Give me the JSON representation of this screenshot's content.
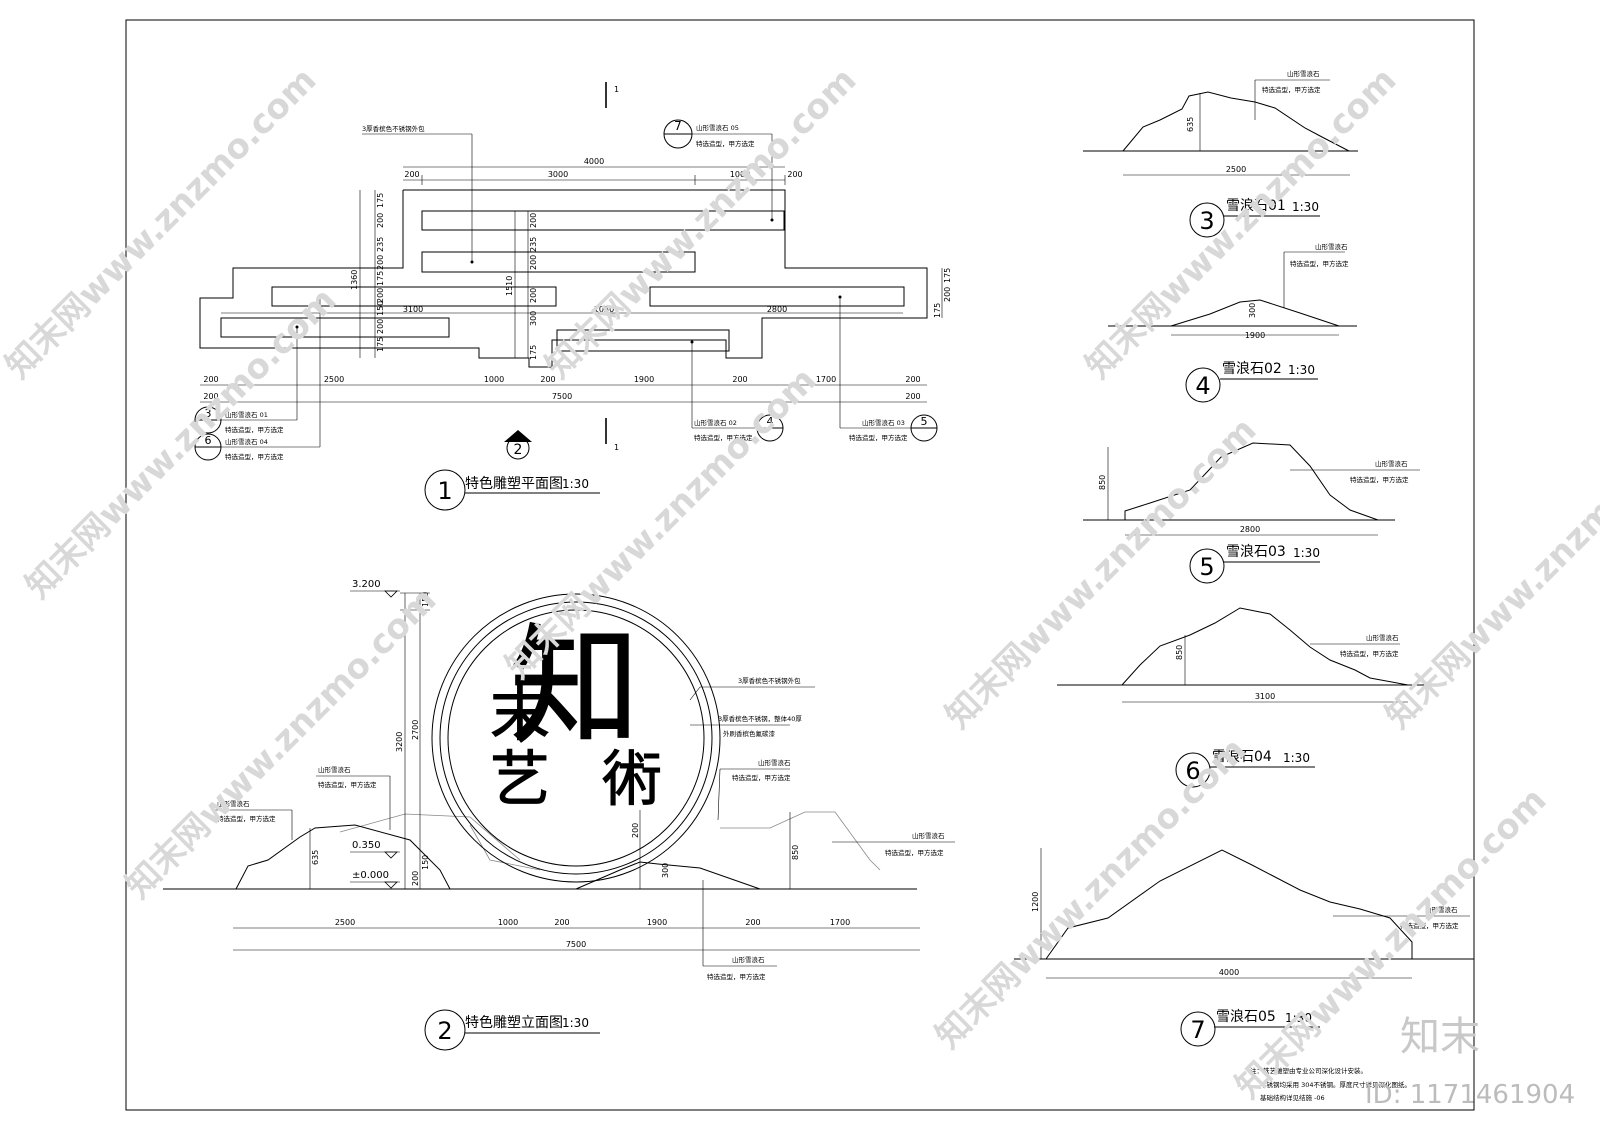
{
  "plan": {
    "number": "1",
    "title": "特色雕塑平面图",
    "scale": "1:30",
    "section_mark": "1",
    "section_ref": "2",
    "dims_top": [
      "4000",
      "200",
      "3000",
      "1000",
      "200"
    ],
    "dims_left": [
      "175",
      "200",
      "235",
      "200",
      "175",
      "200",
      "150",
      "200",
      "175",
      "1360"
    ],
    "dims_inner": [
      "200",
      "235",
      "200",
      "200",
      "300",
      "175",
      "1510"
    ],
    "dims_right": [
      "175",
      "200",
      "175"
    ],
    "dims_mid": [
      "3100",
      "1030",
      "2800"
    ],
    "dims_bottom": [
      "200",
      "2500",
      "1000",
      "200",
      "1900",
      "200",
      "1700",
      "200",
      "200",
      "7500",
      "200"
    ],
    "note_top": "3厚香槟色不锈钢外包",
    "callouts": [
      {
        "num": "7",
        "name": "山形雪浪石 05",
        "sub": "特选造型，甲方选定"
      },
      {
        "num": "3",
        "name": "山形雪浪石 01",
        "sub": "特选造型，甲方选定"
      },
      {
        "num": "6",
        "name": "山形雪浪石 04",
        "sub": "特选造型，甲方选定"
      },
      {
        "num": "4",
        "name": "山形雪浪石 02",
        "sub": "特选造型，甲方选定"
      },
      {
        "num": "5",
        "name": "山形雪浪石 03",
        "sub": "特选造型，甲方选定"
      }
    ]
  },
  "elevation": {
    "number": "2",
    "title": "特色雕塑立面图",
    "scale": "1:30",
    "levels": [
      "3.200",
      "0.350",
      "±0.000"
    ],
    "dims_vertical": [
      "150",
      "3200",
      "2700",
      "635",
      "200",
      "150",
      "200",
      "300",
      "850"
    ],
    "dims_bottom": [
      "2500",
      "1000",
      "200",
      "1900",
      "200",
      "1700",
      "7500"
    ],
    "notes": [
      "3厚香槟色不锈钢外包",
      "3厚香槟色不锈钢，整体40厚",
      "外刷香槟色氟碳漆"
    ],
    "stone_label": "山形雪浪石",
    "stone_sub": "特选造型，甲方选定",
    "seal_chars": [
      "知",
      "末",
      "艺",
      "術"
    ]
  },
  "details": [
    {
      "num": "3",
      "title": "雪浪石01",
      "scale": "1:30",
      "width": "2500",
      "height": "635"
    },
    {
      "num": "4",
      "title": "雪浪石02",
      "scale": "1:30",
      "width": "1900",
      "height": "300"
    },
    {
      "num": "5",
      "title": "雪浪石03",
      "scale": "1:30",
      "width": "2800",
      "height": "850"
    },
    {
      "num": "6",
      "title": "雪浪石04",
      "scale": "1:30",
      "width": "3100",
      "height": "850"
    },
    {
      "num": "7",
      "title": "雪浪石05",
      "scale": "1:30",
      "width": "4000",
      "height": "1200"
    }
  ],
  "detail_label": "山形雪浪石",
  "detail_sub": "特选造型，甲方选定",
  "notes_block": [
    "注：铁艺雕塑由专业公司深化设计安装。",
    "不锈钢均采用 304不锈钢。厚度尺寸详见深化图纸。",
    "基础结构详见结施 -06"
  ],
  "watermark": {
    "text": "知末网www.znzmo.com",
    "logo": "知末",
    "id": "ID: 1171461904"
  }
}
